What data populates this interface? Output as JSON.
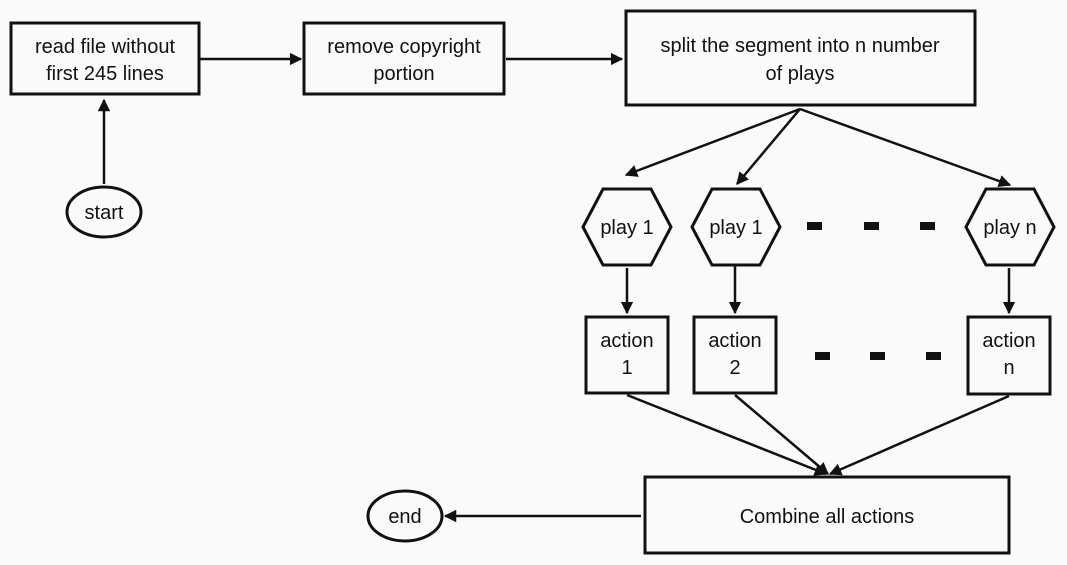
{
  "nodes": {
    "read_file": {
      "lines": [
        "read file without",
        "first 245 lines"
      ]
    },
    "remove_copyright": {
      "lines": [
        "remove copyright",
        "portion"
      ]
    },
    "split_segment": {
      "lines": [
        "split the segment into n number",
        "of plays"
      ]
    },
    "start": {
      "label": "start"
    },
    "play_a": {
      "label": "play 1"
    },
    "play_b": {
      "label": "play 1"
    },
    "play_n": {
      "label": "play n"
    },
    "action_1": {
      "lines": [
        "action",
        "1"
      ]
    },
    "action_2": {
      "lines": [
        "action",
        "2"
      ]
    },
    "action_n": {
      "lines": [
        "action",
        "n"
      ]
    },
    "combine": {
      "label": "Combine all actions"
    },
    "end": {
      "label": "end"
    }
  },
  "colors": {
    "background": "#fafafa",
    "stroke": "#111111",
    "text": "#111111"
  }
}
